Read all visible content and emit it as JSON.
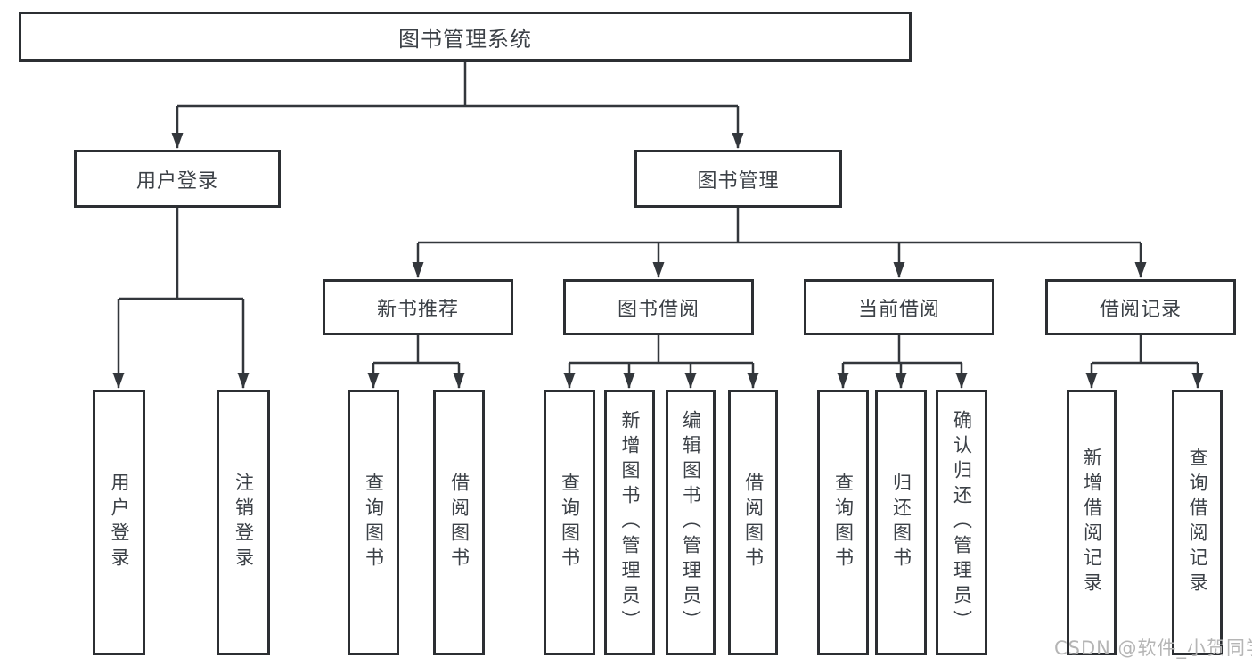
{
  "diagram": {
    "watermark": "CSDN @软件_小贺同学",
    "colors": {
      "background": "#ffffff",
      "line": "#33373c",
      "node_border": "#2c2f33",
      "node_fill": "#ffffff",
      "text": "#3c4147",
      "watermark_text": "#b5b5b5"
    },
    "tree": {
      "label": "图书管理系统",
      "children": [
        {
          "label": "用户登录",
          "children": [
            {
              "label": "用户登录"
            },
            {
              "label": "注销登录"
            }
          ]
        },
        {
          "label": "图书管理",
          "children": [
            {
              "label": "新书推荐",
              "children": [
                {
                  "label": "查询图书"
                },
                {
                  "label": "借阅图书"
                }
              ]
            },
            {
              "label": "图书借阅",
              "children": [
                {
                  "label": "查询图书"
                },
                {
                  "label": "新增图书（管理员）"
                },
                {
                  "label": "编辑图书（管理员）"
                },
                {
                  "label": "借阅图书"
                }
              ]
            },
            {
              "label": "当前借阅",
              "children": [
                {
                  "label": "查询图书"
                },
                {
                  "label": "归还图书"
                },
                {
                  "label": "确认归还（管理员）"
                }
              ]
            },
            {
              "label": "借阅记录",
              "children": [
                {
                  "label": "新增借阅记录"
                },
                {
                  "label": "查询借阅记录"
                }
              ]
            }
          ]
        }
      ]
    }
  }
}
